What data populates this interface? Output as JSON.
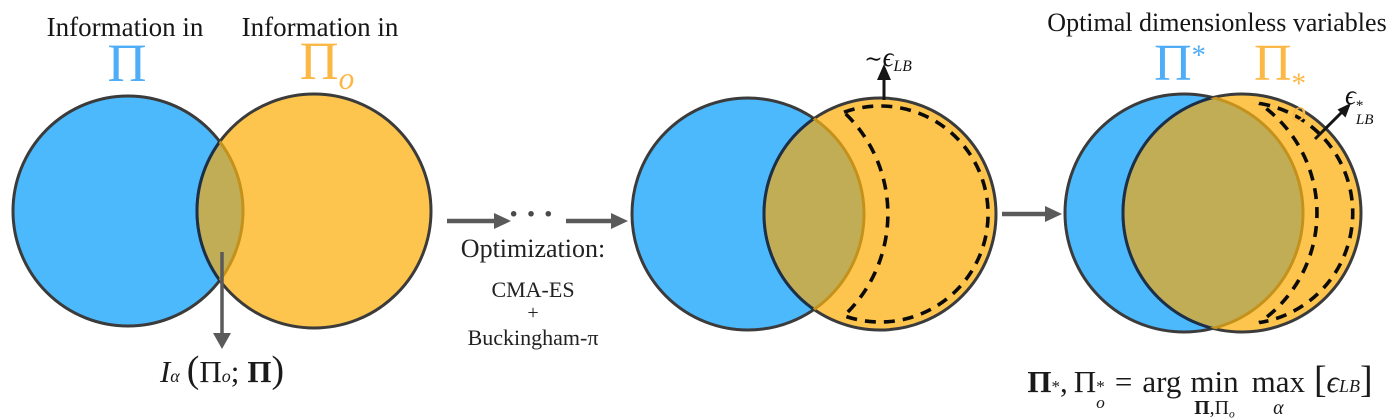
{
  "colors": {
    "blue_fill": "#4CB9FD",
    "orange_fill": "#FDC54D",
    "overlap_fill": "#C1AD55",
    "circle_stroke": "#3B3B3B",
    "overlap_left_arc": "#1B3048",
    "overlap_right_arc": "#C4921C",
    "dashed_stroke": "#0B0B0B",
    "gray_arrow": "#5A5A5A",
    "black_arrow": "#151515",
    "blue_text": "#4FACF7",
    "orange_text": "#FBB846",
    "text": "#1A1A1A"
  },
  "left_panel": {
    "blue_caption": "Information in",
    "blue_symbol": "Π",
    "orange_caption": "Information in",
    "orange_symbol": "Π",
    "orange_symbol_sub": "o",
    "formula": {
      "I": "I",
      "alpha": "α",
      "lparen": "(",
      "pi_o": "Π",
      "o": "o",
      "semicolon": ";",
      "pi_bold": "Π",
      "rparen": ")"
    }
  },
  "process": {
    "dots": "···",
    "caption": "Optimization:",
    "method1": "CMA-ES",
    "plus": "+",
    "method2": "Buckingham-π"
  },
  "middle_panel": {
    "epsilon_label": {
      "tilde": "∼",
      "epsilon": "ϵ",
      "sub": "LB"
    }
  },
  "right_panel": {
    "title": "Optimal dimensionless variables",
    "pi_blue": {
      "base": "Π",
      "sup": "*"
    },
    "pi_orange": {
      "base": "Π",
      "sup": "*",
      "sub": "o"
    },
    "epsilon_label": {
      "epsilon": "ϵ",
      "sup": "*",
      "sub": "LB"
    },
    "formula": {
      "pi_bold": "Π",
      "pi_bold_sup": "*",
      "comma": ",",
      "pi_o": "Π",
      "pi_o_sup": "*",
      "pi_o_sub": "o",
      "equals": "=",
      "arg": "arg",
      "min": "min",
      "min_sub_pi_bold": "Π",
      "min_sub_comma": ",",
      "min_sub_pi": "Π",
      "min_sub_o": "o",
      "max": "max",
      "max_sub": "α",
      "lbracket": "[",
      "epsilon": "ϵ",
      "epsilon_sub": "LB",
      "rbracket": "]"
    }
  }
}
